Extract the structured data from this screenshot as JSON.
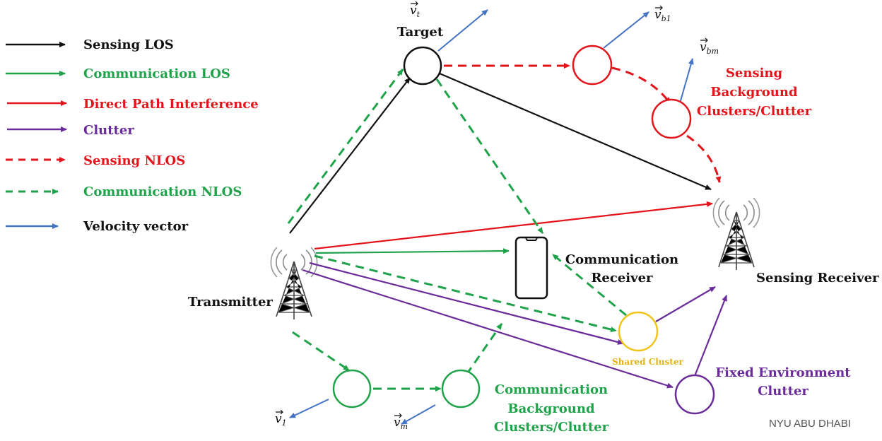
{
  "colors": {
    "black": "#111111",
    "green": "#1fa34a",
    "red": "#e3141b",
    "purple": "#6a2c9a",
    "blue": "#4472c4",
    "yellow": "#f0c419",
    "gray": "#666666"
  },
  "legend": [
    {
      "label": "Sensing LOS",
      "color": "black",
      "style": "solid"
    },
    {
      "label": "Communication LOS",
      "color": "green",
      "style": "solid"
    },
    {
      "label": "Direct Path Interference",
      "color": "red",
      "style": "solid"
    },
    {
      "label": "Clutter",
      "color": "purple",
      "style": "solid"
    },
    {
      "label": "Sensing NLOS",
      "color": "red",
      "style": "dashed"
    },
    {
      "label": "Communication NLOS",
      "color": "green",
      "style": "dashed"
    },
    {
      "label": "Velocity vector",
      "color": "blue",
      "style": "solid"
    }
  ],
  "nodes": {
    "target": "Target",
    "transmitter": "Transmitter",
    "comm_receiver_line1": "Communication",
    "comm_receiver_line2": "Receiver",
    "sensing_receiver": "Sensing Receiver",
    "shared_cluster": "Shared Cluster",
    "fixed_clutter_line1": "Fixed Environment",
    "fixed_clutter_line2": "Clutter",
    "sensing_bg_line1": "Sensing",
    "sensing_bg_line2": "Background",
    "sensing_bg_line3": "Clusters/Clutter",
    "comm_bg_line1": "Communication",
    "comm_bg_line2": "Background",
    "comm_bg_line3": "Clusters/Clutter"
  },
  "velocity_labels": {
    "vt": {
      "base": "v",
      "sub": "t"
    },
    "vb1": {
      "base": "v",
      "sub": "b1"
    },
    "vbm": {
      "base": "v",
      "sub": "bm"
    },
    "v1": {
      "base": "v",
      "sub": "1"
    },
    "vm": {
      "base": "v",
      "sub": "m"
    }
  },
  "watermark": "NYU ABU DHABI"
}
